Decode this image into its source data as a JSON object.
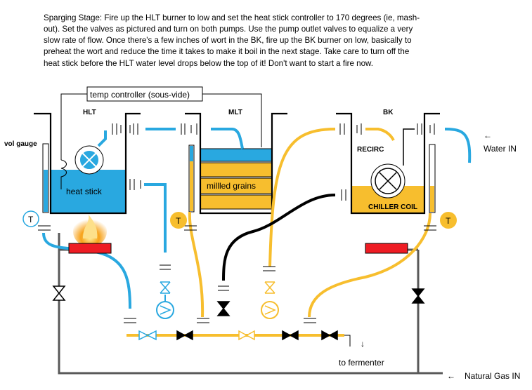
{
  "instructions": [
    "Sparging Stage: Fire up the HLT burner to low and set the heat stick controller to 170 degrees (ie, mash-",
    "out).  Set the valves as pictured and turn on both pumps.  Use the pump outlet valves to equalize a very",
    "slow rate of flow.  Once there's a few inches of wort in the BK, fire up the BK burner on low, basically to",
    "preheat the wort and reduce the time it takes to make it boil in the next stage. Take care to turn off the",
    "heat stick before the HLT water level drops below the top of it!  Don't want to start a fire now."
  ],
  "labels": {
    "temp_controller": "temp controller (sous-vide)",
    "hlt": "HLT",
    "mlt": "MLT",
    "bk": "BK",
    "vol_gauge": "vol gauge",
    "heat_stick": "heat stick",
    "milled_grains": "millled grains",
    "recirc": "RECIRC",
    "chiller_coil": "CHILLER COIL",
    "water_in": "Water IN",
    "water_arrow": "←",
    "to_fermenter": "to fermenter",
    "fermenter_arrow": "↓",
    "natural_gas_in": "Natural Gas IN",
    "gas_arrow": "←",
    "thermometer": "T"
  },
  "colors": {
    "water": "#29a8e0",
    "wort": "#f7be2e",
    "drain_hose": "#000000",
    "gas_line": "#595959",
    "burner": "#ee1c24",
    "flame": "#f5a623",
    "grain_band": "#f7be2e"
  }
}
